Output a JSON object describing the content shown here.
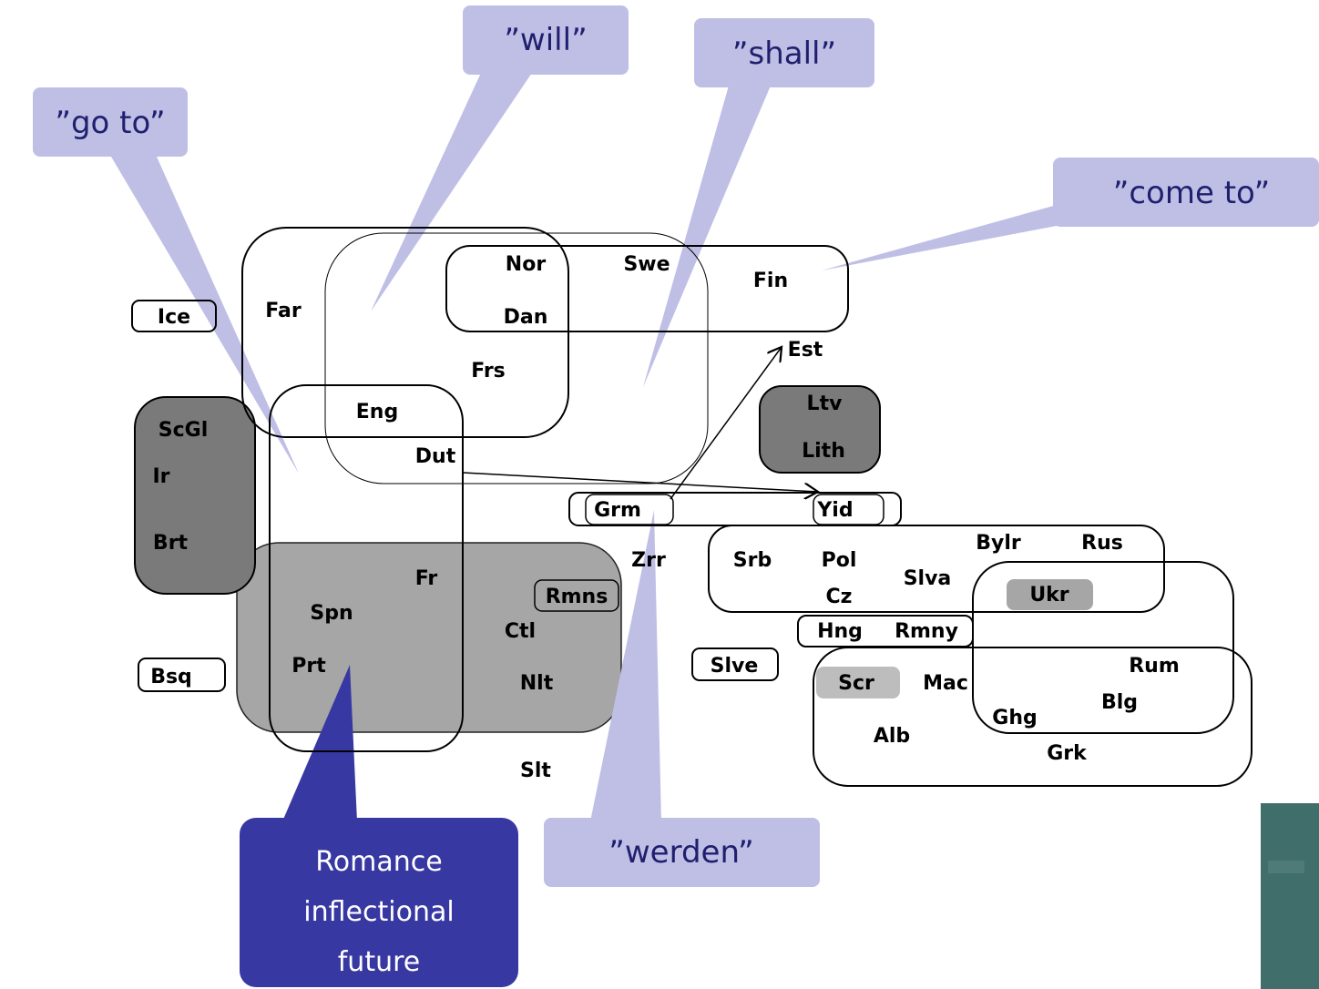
{
  "callouts": {
    "go_to": "”go to”",
    "will": "”will”",
    "shall": "”shall”",
    "come_to": "”come to”",
    "werden": "”werden”",
    "romance": [
      "Romance",
      "inflectional",
      "future"
    ]
  },
  "languages": {
    "ice": "Ice",
    "far": "Far",
    "nor": "Nor",
    "swe": "Swe",
    "fin": "Fin",
    "dan": "Dan",
    "frs": "Frs",
    "est": "Est",
    "eng": "Eng",
    "ltv": "Ltv",
    "lith": "Lith",
    "scgl": "ScGl",
    "ir": "Ir",
    "dut": "Dut",
    "brt": "Brt",
    "grm": "Grm",
    "yid": "Yid",
    "zrr": "Zrr",
    "fr": "Fr",
    "rmns": "Rmns",
    "bylr": "Bylr",
    "rus": "Rus",
    "srb": "Srb",
    "pol": "Pol",
    "slva": "Slva",
    "cz": "Cz",
    "ukr": "Ukr",
    "spn": "Spn",
    "ctl": "Ctl",
    "hng": "Hng",
    "rmny": "Rmny",
    "prt": "Prt",
    "bsq": "Bsq",
    "nlt": "Nlt",
    "slve": "Slve",
    "scr": "Scr",
    "mac": "Mac",
    "rum": "Rum",
    "blg": "Blg",
    "ghg": "Ghg",
    "alb": "Alb",
    "grk": "Grk",
    "slt": "Slt"
  },
  "colors": {
    "callout_light": "#bfbfe6",
    "callout_dark": "#3838a2",
    "dark_gray": "#7a7a7a",
    "mid_gray": "#a6a6a6",
    "light_gray": "#bdbdbd",
    "corner_image": "#3f6e6b"
  }
}
